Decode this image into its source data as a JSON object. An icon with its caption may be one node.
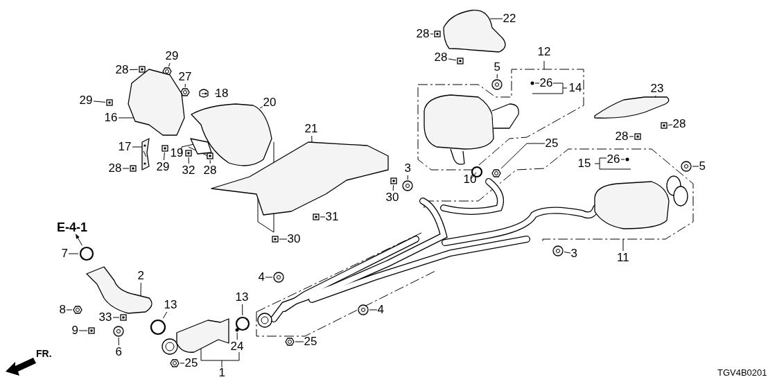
{
  "diagram": {
    "nodes": [
      {
        "text": [
          "22"
        ]
      },
      {
        "text": [
          "28"
        ]
      },
      {
        "text": [
          "28"
        ]
      },
      {
        "text": [
          "12"
        ]
      },
      {
        "text": [
          "5"
        ]
      },
      {
        "text": [
          "26"
        ]
      },
      {
        "text": [
          "14"
        ]
      },
      {
        "text": [
          "23"
        ]
      },
      {
        "text": [
          "28"
        ]
      },
      {
        "text": [
          "28"
        ]
      },
      {
        "text": [
          "25"
        ]
      },
      {
        "text": [
          "5"
        ]
      },
      {
        "text": [
          "15"
        ]
      },
      {
        "text": [
          "26"
        ]
      },
      {
        "text": [
          "10"
        ]
      },
      {
        "text": [
          "3"
        ]
      },
      {
        "text": [
          "30"
        ]
      },
      {
        "text": [
          "21"
        ]
      },
      {
        "text": [
          "20"
        ]
      },
      {
        "text": [
          "18"
        ]
      },
      {
        "text": [
          "27"
        ]
      },
      {
        "text": [
          "29"
        ]
      },
      {
        "text": [
          "28"
        ]
      },
      {
        "text": [
          "29"
        ]
      },
      {
        "text": [
          "16"
        ]
      },
      {
        "text": [
          "17"
        ]
      },
      {
        "text": [
          "29"
        ]
      },
      {
        "text": [
          "19"
        ]
      },
      {
        "text": [
          "32"
        ]
      },
      {
        "text": [
          "28"
        ]
      },
      {
        "text": [
          "28"
        ]
      },
      {
        "text": [
          "31"
        ]
      },
      {
        "text": [
          "30"
        ]
      },
      {
        "text": [
          "E-4-1"
        ]
      },
      {
        "text": [
          "7"
        ]
      },
      {
        "text": [
          "2"
        ]
      },
      {
        "text": [
          "8"
        ]
      },
      {
        "text": [
          "13"
        ]
      },
      {
        "text": [
          "13"
        ]
      },
      {
        "text": [
          "33"
        ]
      },
      {
        "text": [
          "9"
        ]
      },
      {
        "text": [
          "6"
        ]
      },
      {
        "text": [
          "24"
        ]
      },
      {
        "text": [
          "25"
        ]
      },
      {
        "text": [
          "1"
        ]
      },
      {
        "text": [
          "25"
        ]
      },
      {
        "text": [
          "4"
        ]
      },
      {
        "text": [
          "4"
        ]
      },
      {
        "text": [
          "3"
        ]
      },
      {
        "text": [
          "11"
        ]
      },
      {
        "text": [],
        "shape": "picture"
      },
      {
        "text": [],
        "shape": "picture"
      },
      {
        "text": [],
        "shape": "picture"
      },
      {
        "text": [],
        "shape": "picture"
      },
      {
        "text": [],
        "shape": "circle"
      },
      {
        "text": [],
        "shape": "picture"
      },
      {
        "text": [],
        "shape": "picture"
      },
      {
        "text": [],
        "shape": "picture"
      },
      {
        "text": [],
        "shape": "picture"
      },
      {
        "text": [],
        "shape": "picture"
      },
      {
        "text": [],
        "shape": "circle"
      },
      {
        "text": [],
        "shape": "circle"
      },
      {
        "text": [],
        "shape": "picture"
      },
      {
        "text": [],
        "shape": "picture"
      },
      {
        "text": [],
        "shape": "picture"
      },
      {
        "text": [],
        "shape": "picture"
      },
      {
        "text": [],
        "shape": "picture"
      },
      {
        "text": [],
        "shape": "picture"
      },
      {
        "text": [],
        "shape": "picture"
      },
      {
        "text": [],
        "shape": "picture"
      },
      {
        "text": [],
        "shape": "picture"
      },
      {
        "text": [],
        "shape": "picture"
      },
      {
        "text": [],
        "shape": "picture"
      },
      {
        "text": [],
        "shape": "picture"
      },
      {
        "text": [],
        "shape": "picture"
      },
      {
        "text": [],
        "shape": "picture"
      },
      {
        "text": [],
        "shape": "picture"
      },
      {
        "text": [],
        "shape": "picture"
      },
      {
        "text": [],
        "shape": "picture"
      },
      {
        "text": [],
        "shape": "circle"
      },
      {
        "text": [],
        "shape": "picture"
      },
      {
        "text": [],
        "shape": "picture"
      },
      {
        "text": [],
        "shape": "circle"
      },
      {
        "text": [],
        "shape": "circle"
      },
      {
        "text": [],
        "shape": "picture"
      },
      {
        "text": [],
        "shape": "picture"
      },
      {
        "text": [],
        "shape": "picture"
      },
      {
        "text": [],
        "shape": "circle"
      },
      {
        "text": [],
        "shape": "picture"
      },
      {
        "text": [],
        "shape": "picture"
      },
      {
        "text": [],
        "shape": "picture"
      },
      {
        "text": [],
        "shape": "picture"
      },
      {
        "text": [],
        "shape": "picture"
      }
    ],
    "edges": [
      {
        "from": 0,
        "to": 50,
        "arrow": "none"
      },
      {
        "from": 1,
        "to": 51,
        "arrow": "none"
      },
      {
        "from": 2,
        "to": 52,
        "arrow": "none"
      },
      {
        "from": 4,
        "to": 53,
        "arrow": "none"
      },
      {
        "from": 5,
        "to": 54,
        "arrow": "none"
      },
      {
        "from": 7,
        "to": 55,
        "arrow": "none"
      },
      {
        "from": 8,
        "to": 56,
        "arrow": "none"
      },
      {
        "from": 9,
        "to": 57,
        "arrow": "none"
      },
      {
        "from": 10,
        "to": 58,
        "arrow": "none"
      },
      {
        "from": 11,
        "to": 59,
        "arrow": "none"
      },
      {
        "from": 13,
        "to": 60,
        "arrow": "none"
      },
      {
        "from": 14,
        "to": 61,
        "arrow": "none"
      },
      {
        "from": 15,
        "to": 62,
        "arrow": "none"
      },
      {
        "from": 16,
        "to": 63,
        "arrow": "none"
      },
      {
        "from": 17,
        "to": 64,
        "arrow": "none"
      },
      {
        "from": 18,
        "to": 65,
        "arrow": "none"
      },
      {
        "from": 19,
        "to": 66,
        "arrow": "none"
      },
      {
        "from": 20,
        "to": 67,
        "arrow": "none"
      },
      {
        "from": 21,
        "to": 68,
        "arrow": "none"
      },
      {
        "from": 22,
        "to": 69,
        "arrow": "none"
      },
      {
        "from": 23,
        "to": 70,
        "arrow": "none"
      },
      {
        "from": 24,
        "to": 71,
        "arrow": "none"
      },
      {
        "from": 25,
        "to": 72,
        "arrow": "none"
      },
      {
        "from": 26,
        "to": 73,
        "arrow": "none"
      },
      {
        "from": 28,
        "to": 74,
        "arrow": "none"
      },
      {
        "from": 29,
        "to": 75,
        "arrow": "none"
      },
      {
        "from": 30,
        "to": 76,
        "arrow": "none"
      },
      {
        "from": 31,
        "to": 77,
        "arrow": "none"
      },
      {
        "from": 32,
        "to": 78,
        "arrow": "none"
      },
      {
        "from": 79,
        "to": 33,
        "arrow": "to"
      },
      {
        "from": 34,
        "to": 79,
        "arrow": "none"
      },
      {
        "from": 35,
        "to": 80,
        "arrow": "none"
      },
      {
        "from": 36,
        "to": 81,
        "arrow": "none"
      },
      {
        "from": 37,
        "to": 82,
        "arrow": "none"
      },
      {
        "from": 38,
        "to": 83,
        "arrow": "none"
      },
      {
        "from": 39,
        "to": 84,
        "arrow": "none"
      },
      {
        "from": 40,
        "to": 85,
        "arrow": "none"
      },
      {
        "from": 41,
        "to": 86,
        "arrow": "none"
      },
      {
        "from": 42,
        "to": 87,
        "arrow": "none"
      },
      {
        "from": 43,
        "to": 88,
        "arrow": "none"
      },
      {
        "from": 45,
        "to": 89,
        "arrow": "none"
      },
      {
        "from": 46,
        "to": 90,
        "arrow": "none"
      },
      {
        "from": 47,
        "to": 91,
        "arrow": "none"
      },
      {
        "from": 48,
        "to": 92,
        "arrow": "none"
      }
    ],
    "labels": [
      "FR.",
      "TGV4B0201"
    ]
  }
}
